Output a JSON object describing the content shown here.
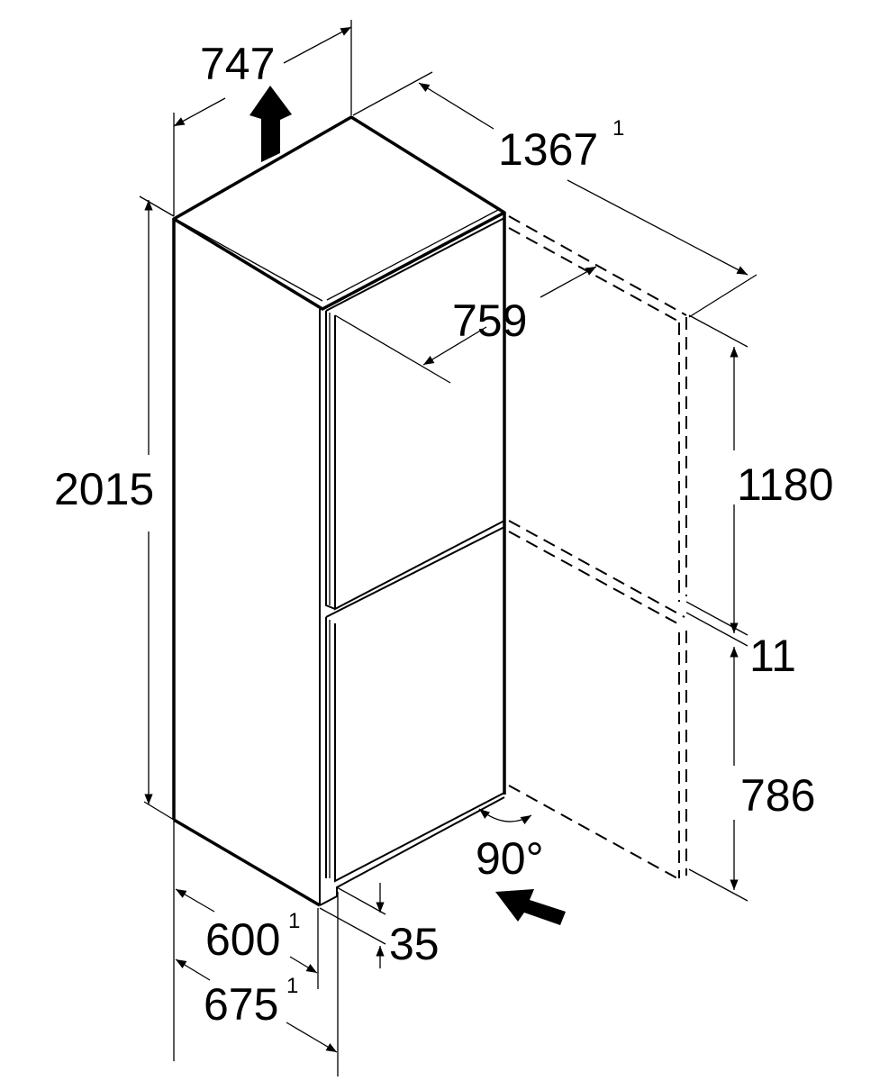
{
  "dimensions": {
    "width_with_handle": "747",
    "depth_door_open": "1367",
    "depth_door_open_note": "1",
    "depth_door_inner": "759",
    "height_total": "2015",
    "upper_door_height": "1180",
    "door_gap": "11",
    "lower_door_height": "786",
    "width": "600",
    "width_note": "1",
    "depth": "675",
    "depth_note": "1",
    "foot_height": "35",
    "door_opening_angle": "90°"
  },
  "icons": [
    "ventilation-up-arrow",
    "air-intake-arrow",
    "opening-angle-arc"
  ]
}
